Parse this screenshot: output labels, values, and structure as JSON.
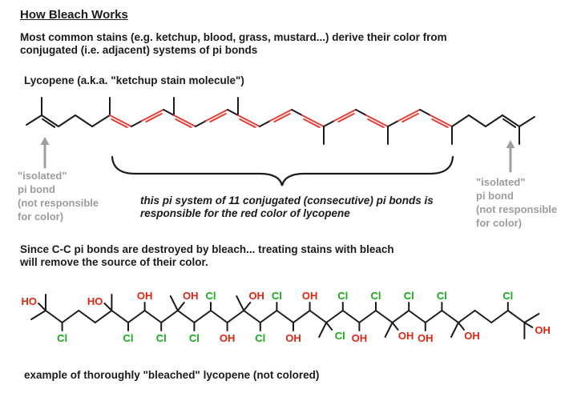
{
  "header": {
    "title": "How Bleach Works"
  },
  "intro": {
    "line1": "Most common stains (e.g. ketchup, blood, grass, mustard...) derive their color from",
    "line2": "conjugated (i.e. adjacent) systems of pi bonds"
  },
  "lycopene_label": "Lycopene (a.k.a. \"ketchup stain molecule\")",
  "annotations": {
    "left_isolated": {
      "l1": "\"isolated\"",
      "l2": "pi bond",
      "l3": "(not responsible",
      "l4": "for color)"
    },
    "right_isolated": {
      "l1": "\"isolated\"",
      "l2": "pi bond",
      "l3": "(not responsible",
      "l4": "for color)"
    },
    "brace_note_line1": "this pi system of 11 conjugated (consecutive) pi bonds is",
    "brace_note_line2": "responsible for the red color of lycopene"
  },
  "since_paragraph": {
    "line1": "Since C-C pi bonds are destroyed by bleach... treating stains with bleach",
    "line2": "will remove the source of their color."
  },
  "bleached_caption": "example of thoroughly \"bleached\" lycopene (not colored)",
  "colors": {
    "bond": "#1b1b1b",
    "conjugated_bond": "#e04038",
    "hydroxyl_red": "#e02612",
    "chloro_green": "#18aa18",
    "gray": "#9e9e9e"
  },
  "molecules": {
    "lycopene": {
      "conjugated_double_bonds": 11,
      "isolated_double_bonds": 2,
      "methyls_up": 3,
      "methyls_down": 3
    },
    "bleached": {
      "carbons": 30,
      "substituents": [
        {
          "c": 1,
          "label": "HO",
          "color": "hydroxyl_red",
          "where": "upleft"
        },
        {
          "c": 2,
          "label": "Cl",
          "color": "chloro_green",
          "where": "down"
        },
        {
          "c": 5,
          "label": "HO",
          "color": "hydroxyl_red",
          "where": "upleft"
        },
        {
          "c": 6,
          "label": "Cl",
          "color": "chloro_green",
          "where": "down"
        },
        {
          "c": 7,
          "label": "OH",
          "color": "hydroxyl_red",
          "where": "up"
        },
        {
          "c": 8,
          "label": "Cl",
          "color": "chloro_green",
          "where": "down"
        },
        {
          "c": 9,
          "label": "OH",
          "color": "hydroxyl_red",
          "where": "upright"
        },
        {
          "c": 10,
          "label": "Cl",
          "color": "chloro_green",
          "where": "down"
        },
        {
          "c": 11,
          "label": "Cl",
          "color": "chloro_green",
          "where": "up"
        },
        {
          "c": 12,
          "label": "OH",
          "color": "hydroxyl_red",
          "where": "down"
        },
        {
          "c": 13,
          "label": "OH",
          "color": "hydroxyl_red",
          "where": "upright"
        },
        {
          "c": 14,
          "label": "Cl",
          "color": "chloro_green",
          "where": "down"
        },
        {
          "c": 15,
          "label": "Cl",
          "color": "chloro_green",
          "where": "up"
        },
        {
          "c": 16,
          "label": "OH",
          "color": "hydroxyl_red",
          "where": "down"
        },
        {
          "c": 17,
          "label": "OH",
          "color": "hydroxyl_red",
          "where": "up"
        },
        {
          "c": 18,
          "label": "Cl",
          "color": "chloro_green",
          "where": "downright"
        },
        {
          "c": 19,
          "label": "Cl",
          "color": "chloro_green",
          "where": "up"
        },
        {
          "c": 20,
          "label": "OH",
          "color": "hydroxyl_red",
          "where": "down"
        },
        {
          "c": 21,
          "label": "Cl",
          "color": "chloro_green",
          "where": "up"
        },
        {
          "c": 22,
          "label": "OH",
          "color": "hydroxyl_red",
          "where": "downright"
        },
        {
          "c": 23,
          "label": "Cl",
          "color": "chloro_green",
          "where": "up"
        },
        {
          "c": 24,
          "label": "OH",
          "color": "hydroxyl_red",
          "where": "down"
        },
        {
          "c": 25,
          "label": "Cl",
          "color": "chloro_green",
          "where": "up"
        },
        {
          "c": 26,
          "label": "OH",
          "color": "hydroxyl_red",
          "where": "downright"
        },
        {
          "c": 29,
          "label": "Cl",
          "color": "chloro_green",
          "where": "up"
        },
        {
          "c": 30,
          "label": "OH",
          "color": "hydroxyl_red",
          "where": "right"
        }
      ],
      "methyls": [
        {
          "c": 1,
          "dir": "up"
        },
        {
          "c": 1,
          "dir": "tdownleft"
        },
        {
          "c": 5,
          "dir": "up"
        },
        {
          "c": 9,
          "dir": "upleft"
        },
        {
          "c": 13,
          "dir": "upleft"
        },
        {
          "c": 18,
          "dir": "downleft"
        },
        {
          "c": 22,
          "dir": "downleft"
        },
        {
          "c": 26,
          "dir": "downleft"
        },
        {
          "c": 30,
          "dir": "upright"
        },
        {
          "c": 30,
          "dir": "down"
        }
      ]
    }
  }
}
